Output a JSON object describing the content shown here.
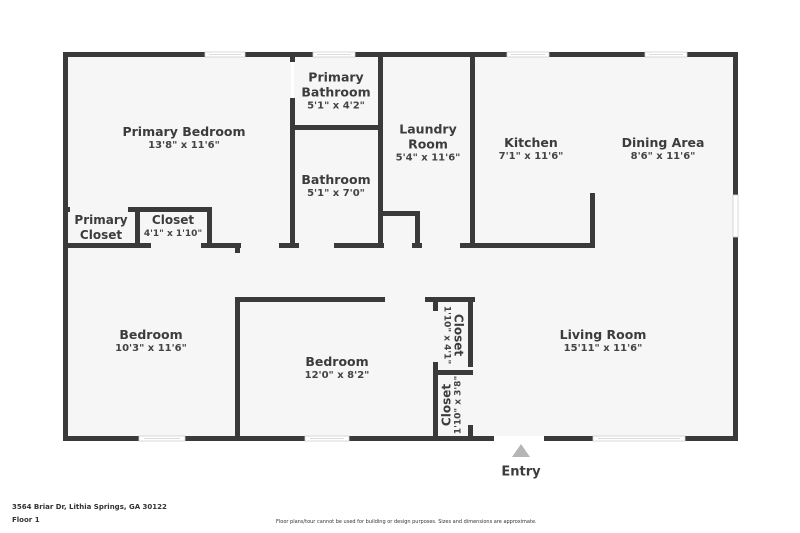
{
  "plan": {
    "floor_label": "Floor 1",
    "address": "3564 Briar Dr, Lithia Springs, GA 30122",
    "disclaimer": "Floor plans/tour cannot be used for building or design purposes. Sizes and dimensions are approximate.",
    "entry_label": "Entry",
    "colors": {
      "wall": "#3a3a3a",
      "floor": "#f6f6f6",
      "entry_arrow": "#b5b5b5"
    }
  },
  "rooms": {
    "primary_bedroom": {
      "name": "Primary Bedroom",
      "dims": "13'8\" x 11'6\""
    },
    "primary_bathroom": {
      "name": "Primary Bathroom",
      "name_line1": "Primary",
      "name_line2": "Bathroom",
      "dims": "5'1\" x 4'2\""
    },
    "bathroom": {
      "name": "Bathroom",
      "dims": "5'1\" x 7'0\""
    },
    "laundry_room": {
      "name": "Laundry Room",
      "name_line1": "Laundry",
      "name_line2": "Room",
      "dims": "5'4\" x 11'6\""
    },
    "kitchen": {
      "name": "Kitchen",
      "dims": "7'1\" x 11'6\""
    },
    "dining_area": {
      "name": "Dining Area",
      "dims": "8'6\" x 11'6\""
    },
    "primary_closet": {
      "name": "Primary Closet",
      "name_line1": "Primary",
      "name_line2": "Closet"
    },
    "closet_1": {
      "name": "Closet",
      "dims": "4'1\" x 1'10\""
    },
    "bedroom_1": {
      "name": "Bedroom",
      "dims": "10'3\" x 11'6\""
    },
    "bedroom_2": {
      "name": "Bedroom",
      "dims": "12'0\" x 8'2\""
    },
    "closet_2": {
      "name": "Closet",
      "dims": "1'10\" x 4'1\""
    },
    "closet_3": {
      "name": "Closet",
      "dims": "1'10\" x 3'8\""
    },
    "living_room": {
      "name": "Living Room",
      "dims": "15'11\" x 11'6\""
    }
  }
}
